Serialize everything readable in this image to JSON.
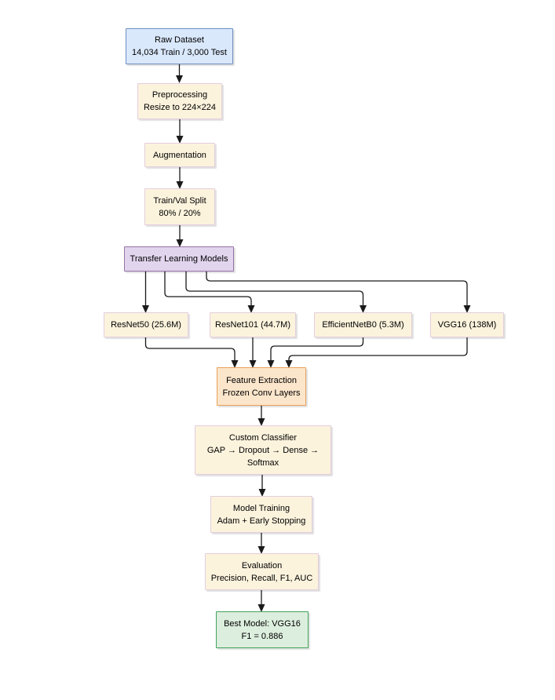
{
  "nodes": {
    "raw_dataset": {
      "title": "Raw Dataset",
      "subtitle": "14,034 Train / 3,000 Test"
    },
    "preprocessing": {
      "title": "Preprocessing",
      "subtitle": "Resize to 224×224"
    },
    "augmentation": {
      "title": "Augmentation"
    },
    "train_val_split": {
      "title": "Train/Val Split",
      "subtitle": "80% / 20%"
    },
    "transfer_learning": {
      "title": "Transfer Learning Models"
    },
    "resnet50": {
      "title": "ResNet50 (25.6M)"
    },
    "resnet101": {
      "title": "ResNet101 (44.7M)"
    },
    "efficientnetb0": {
      "title": "EfficientNetB0 (5.3M)"
    },
    "vgg16": {
      "title": "VGG16 (138M)"
    },
    "feature_extraction": {
      "title": "Feature Extraction",
      "subtitle": "Frozen Conv Layers"
    },
    "custom_classifier": {
      "title": "Custom Classifier",
      "subtitle": "GAP → Dropout → Dense → Softmax"
    },
    "model_training": {
      "title": "Model Training",
      "subtitle": "Adam + Early Stopping"
    },
    "evaluation": {
      "title": "Evaluation",
      "subtitle": "Precision, Recall, F1, AUC"
    },
    "best_model": {
      "title": "Best Model: VGG16",
      "subtitle": "F1 = 0.886"
    }
  },
  "colors": {
    "dataset_fill": "#DAE8FC",
    "dataset_stroke": "#6C8EBF",
    "process_fill": "#FCF3DD",
    "process_stroke": "#E3CEDE",
    "models_fill": "#E1D5EE",
    "models_stroke": "#9673A6",
    "feature_fill": "#FBE5CB",
    "feature_stroke": "#E8A15C",
    "result_fill": "#DCEEDD",
    "result_stroke": "#44A45F",
    "connector": "#1A1A1A"
  }
}
